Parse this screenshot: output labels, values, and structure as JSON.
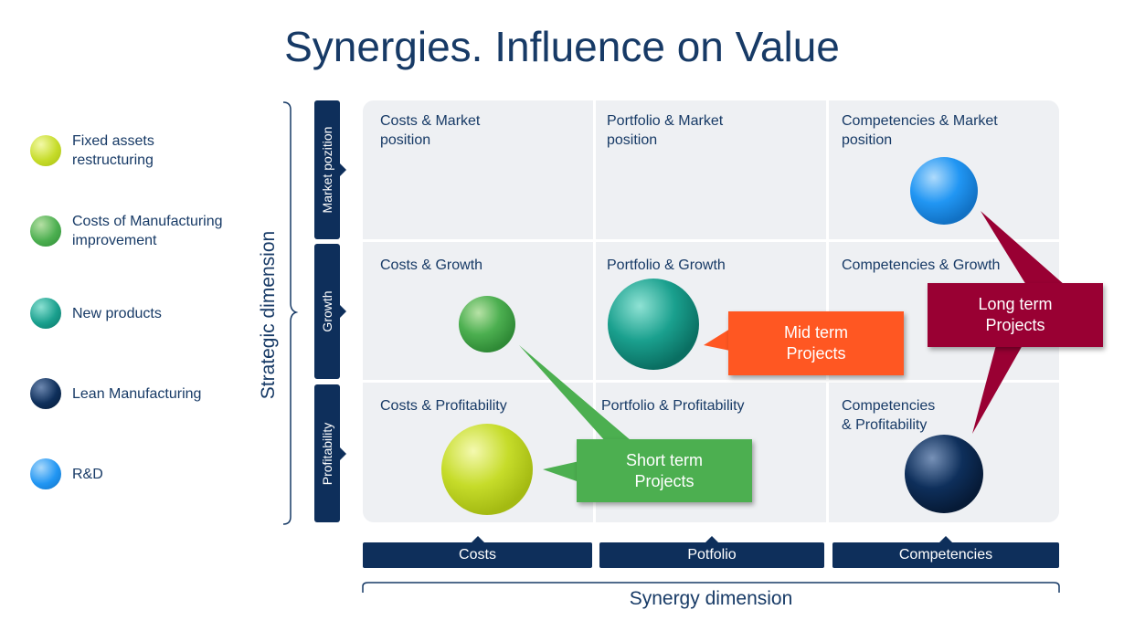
{
  "title": "Synergies. Influence on Value",
  "legend": [
    {
      "label": "Fixed assets\nrestructuring",
      "color": "#c6dc2a",
      "icon": "yellow-green-circle"
    },
    {
      "label": "Costs of Manufacturing\nimprovement",
      "color": "#4caf50",
      "icon": "green-circle"
    },
    {
      "label": "New products",
      "color": "#1aa08e",
      "icon": "teal-circle"
    },
    {
      "label": "Lean Manufacturing",
      "color": "#0e2f5b",
      "icon": "navy-circle"
    },
    {
      "label": "R&D",
      "color": "#2196f3",
      "icon": "blue-circle"
    }
  ],
  "y_axis": {
    "title": "Strategic dimension",
    "rows": [
      "Market pozition",
      "Growth",
      "Profitability"
    ]
  },
  "x_axis": {
    "title": "Synergy dimension",
    "columns": [
      "Costs",
      "Potfolio",
      "Competencies"
    ]
  },
  "cells": [
    [
      "Costs & Market\nposition",
      "Portfolio & Market\nposition",
      "Competencies & Market\nposition"
    ],
    [
      "Costs & Growth",
      "Portfolio & Growth",
      "Competencies & Growth"
    ],
    [
      "Costs & Profitability",
      "Portfolio & Profitability",
      "Competencies\n& Profitability"
    ]
  ],
  "callouts": {
    "short": "Short term\nProjects",
    "mid": "Mid term\nProjects",
    "long": "Long term\nProjects"
  },
  "colors": {
    "navy": "#0e2f5b",
    "short_term": "#4caf50",
    "mid_term": "#ff5722",
    "long_term": "#990033",
    "grid_bg": "#eef0f3"
  }
}
